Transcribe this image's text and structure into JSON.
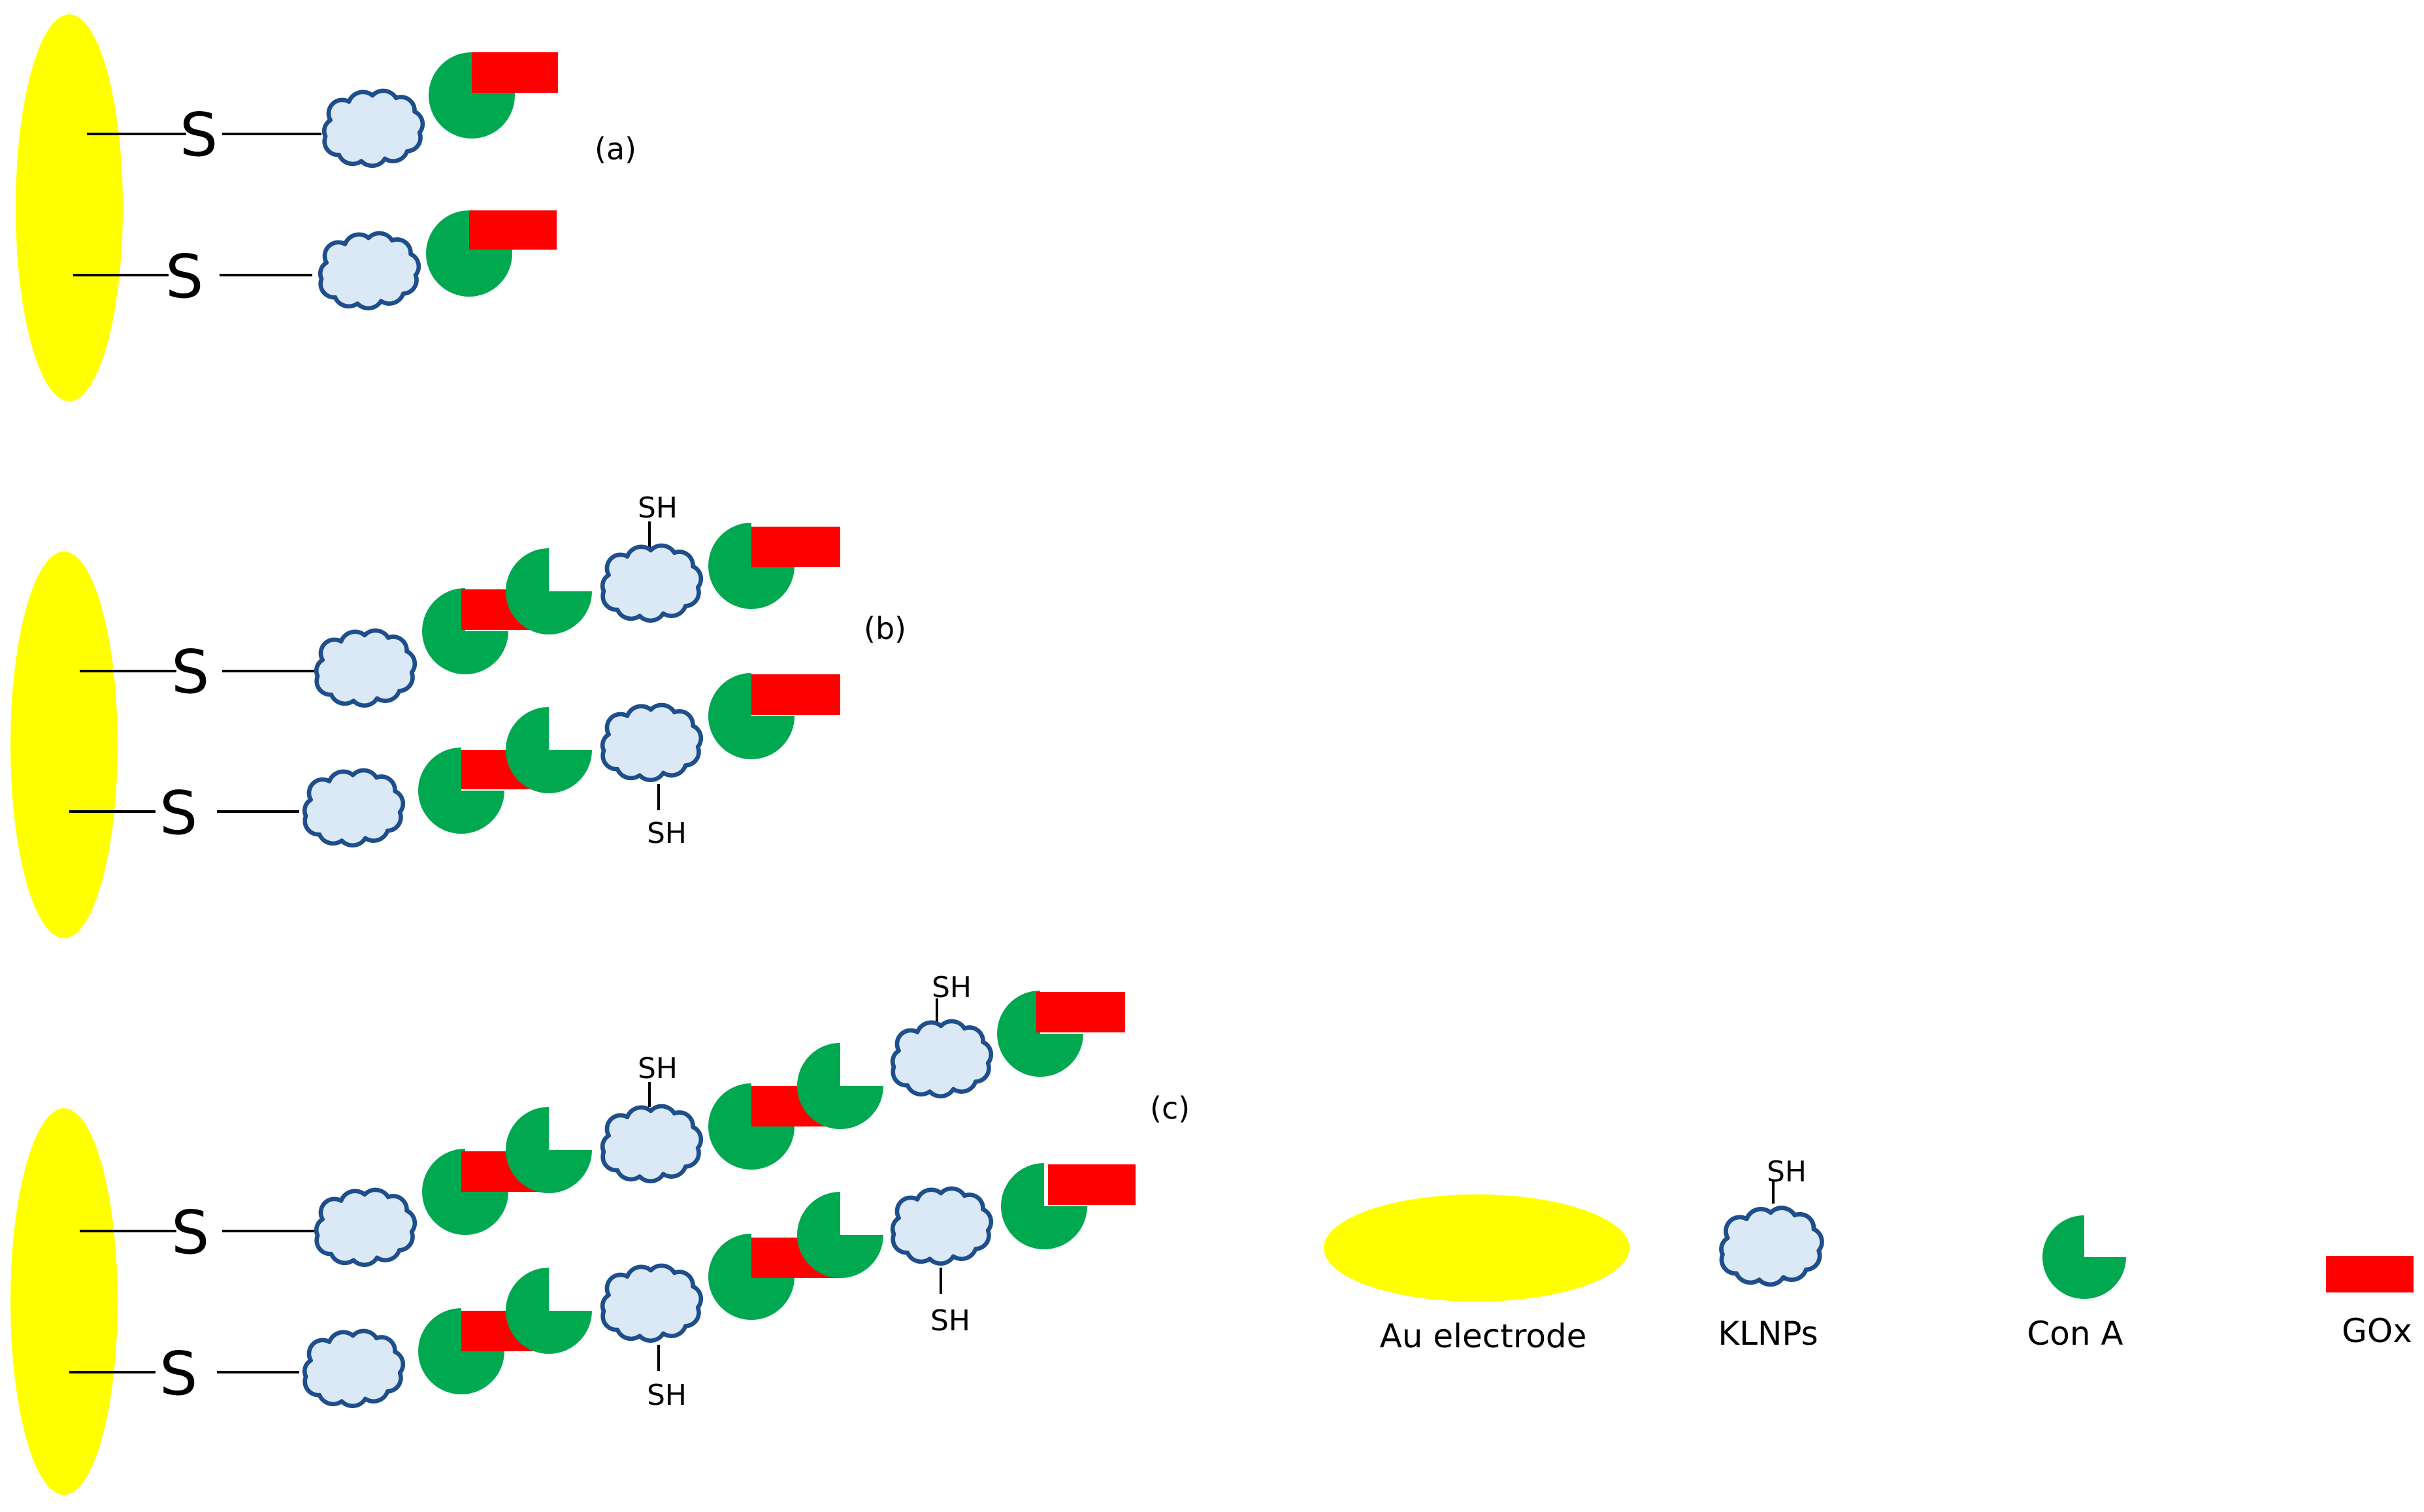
{
  "panels": {
    "a": {
      "label": "(a)"
    },
    "b": {
      "label": "(b)"
    },
    "c": {
      "label": "(c)"
    }
  },
  "sulfur_label": "S",
  "thiol_label": "SH",
  "legend": {
    "au": {
      "label": "Au electrode"
    },
    "klnp": {
      "label": "KLNPs",
      "thiol": "SH"
    },
    "cona": {
      "label": "Con A"
    },
    "gox": {
      "label": "GOx"
    }
  },
  "colors": {
    "au": "#ffff00",
    "klnp_fill": "#dbe9f7",
    "klnp_stroke": "#1f4e8c",
    "cona": "#00a850",
    "gox": "#ff0000"
  }
}
